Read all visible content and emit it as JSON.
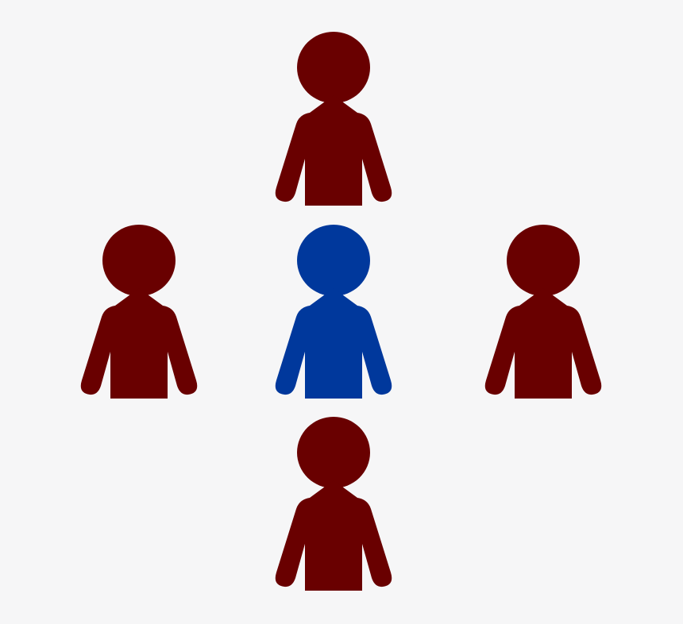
{
  "colors": {
    "background": "#f6f6f7",
    "outer_people": "#690000",
    "center_person": "#00389c"
  },
  "icon": "person-icon",
  "figures": [
    {
      "role": "top-person",
      "color_key": "outer_people"
    },
    {
      "role": "left-person",
      "color_key": "outer_people"
    },
    {
      "role": "center-person",
      "color_key": "center_person"
    },
    {
      "role": "right-person",
      "color_key": "outer_people"
    },
    {
      "role": "bottom-person",
      "color_key": "outer_people"
    }
  ]
}
